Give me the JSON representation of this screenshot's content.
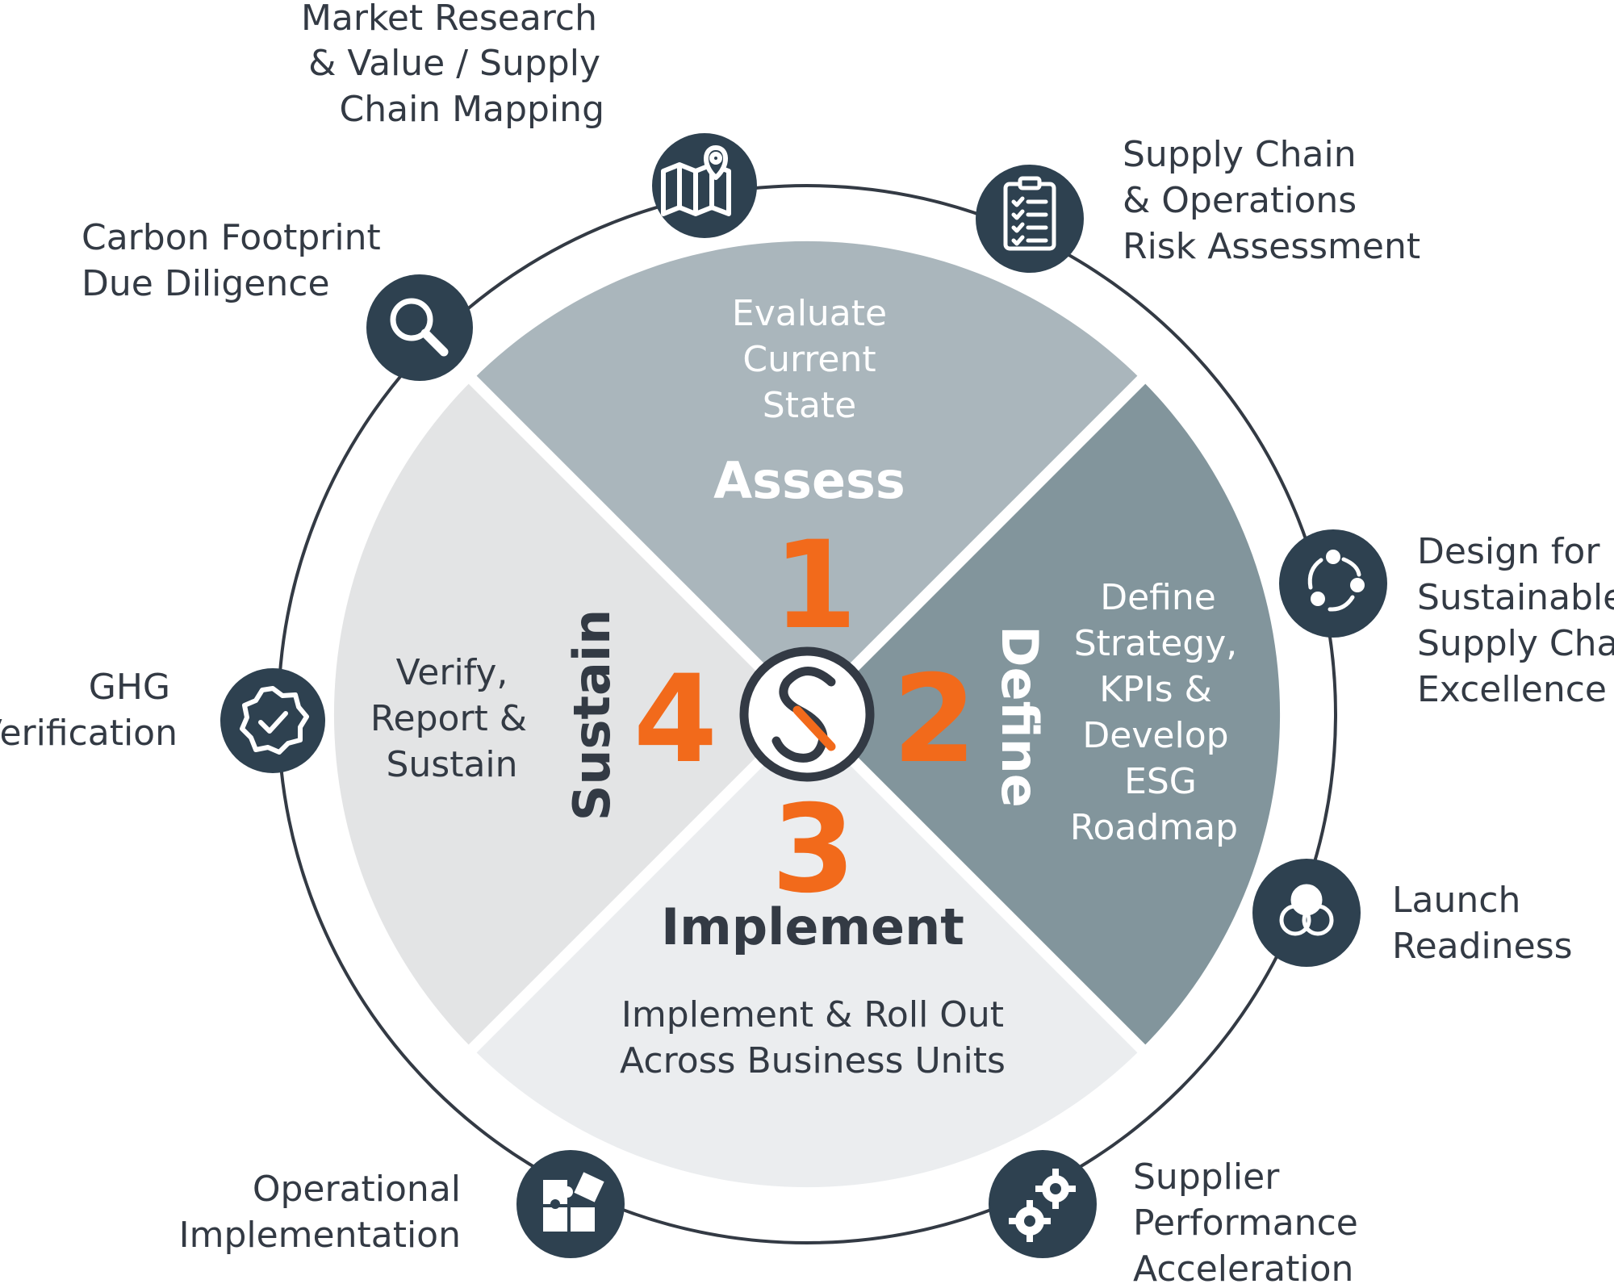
{
  "colors": {
    "dark": "#2e4150",
    "orange": "#f26a1b",
    "assess_fill": "#aab6bc",
    "define_fill": "#82959c",
    "implement_fill": "#ebedef",
    "sustain_fill": "#e3e4e5",
    "ring": "#333a44"
  },
  "center_logo": {
    "icon": "s-logo-icon"
  },
  "quadrants": {
    "assess": {
      "number": "1",
      "title": "Assess",
      "desc": [
        "Evaluate",
        "Current",
        "State"
      ]
    },
    "define": {
      "number": "2",
      "title": "Define",
      "desc": [
        "Define",
        "Strategy,",
        "KPIs &",
        "Develop",
        "ESG",
        "Roadmap"
      ]
    },
    "implement": {
      "number": "3",
      "title": "Implement",
      "desc": [
        "Implement & Roll Out",
        "Across Business Units"
      ]
    },
    "sustain": {
      "number": "4",
      "title": "Sustain",
      "desc": [
        "Verify,",
        "Report &",
        "Sustain"
      ]
    }
  },
  "outer_nodes": [
    {
      "icon": "map-pin-icon",
      "label": [
        "Market Research",
        "& Value / Supply",
        "Chain Mapping"
      ]
    },
    {
      "icon": "clipboard-checklist-icon",
      "label": [
        "Supply Chain",
        "& Operations",
        "Risk Assessment"
      ]
    },
    {
      "icon": "cycle-arrows-icon",
      "label": [
        "Design for",
        "Sustainable",
        "Supply Chain",
        "Excellence"
      ]
    },
    {
      "icon": "venn-circles-icon",
      "label": [
        "Launch",
        "Readiness"
      ]
    },
    {
      "icon": "gears-icon",
      "label": [
        "Supplier",
        "Performance",
        "Acceleration"
      ]
    },
    {
      "icon": "puzzle-icon",
      "label": [
        "Operational",
        "Implementation"
      ]
    },
    {
      "icon": "badge-check-icon",
      "label": [
        "GHG",
        "Verification"
      ]
    },
    {
      "icon": "magnifier-icon",
      "label": [
        "Carbon Footprint",
        "Due Diligence"
      ]
    }
  ]
}
